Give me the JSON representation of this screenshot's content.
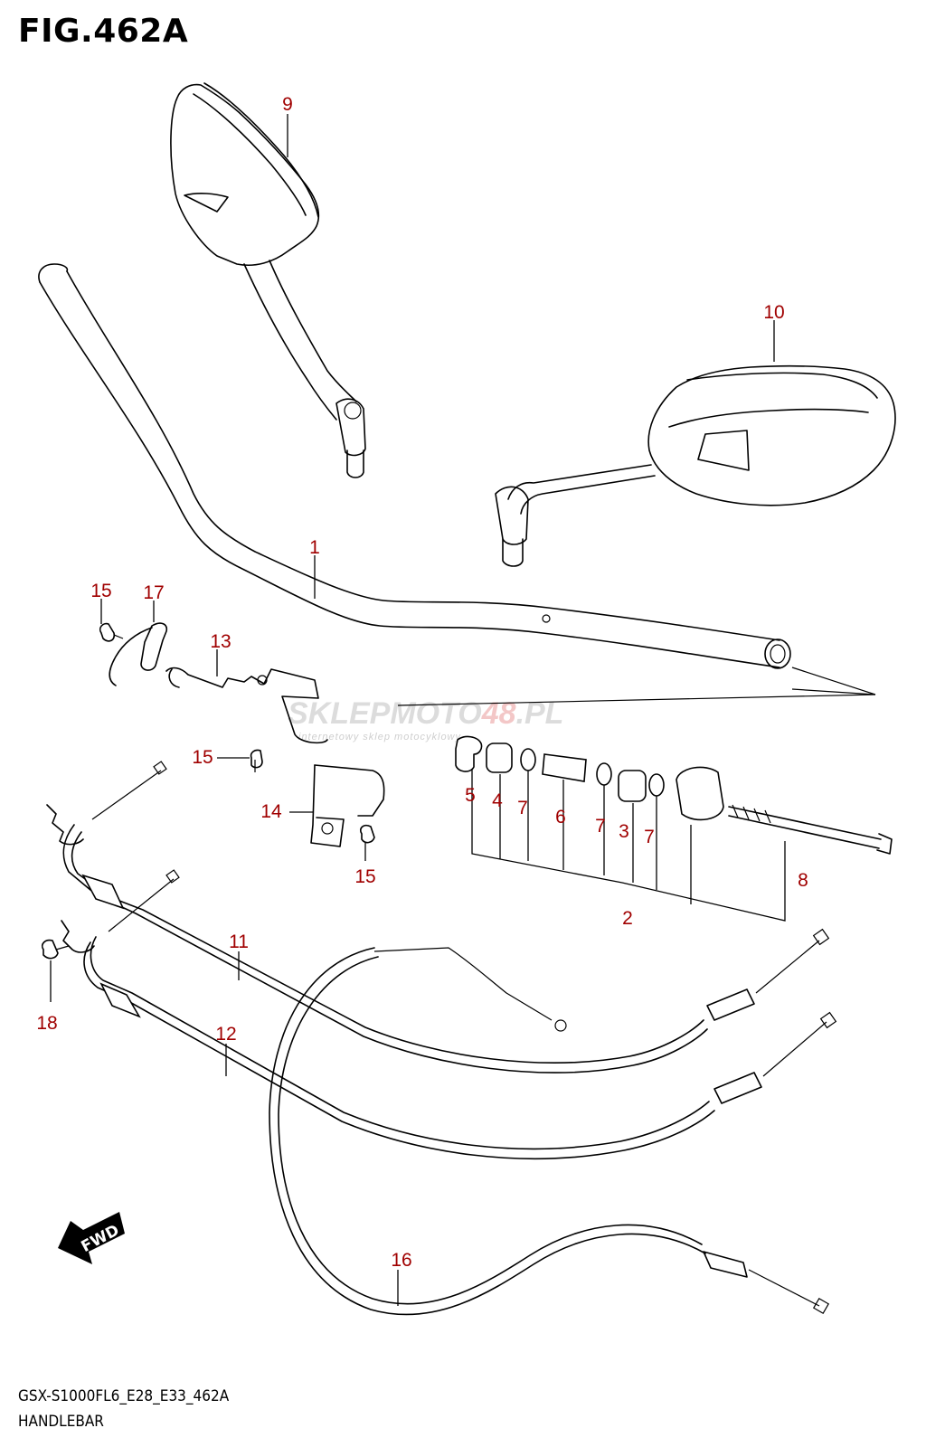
{
  "figure": {
    "title": "FIG.462A",
    "model_code": "GSX-S1000FL6_E28_E33_462A",
    "section_name": "HANDLEBAR"
  },
  "watermark": {
    "text_main": "SKLEPMOTO",
    "text_accent": "48",
    "text_suffix": ".PL",
    "tagline": "internetowy sklep motocyklowy"
  },
  "direction_badge": {
    "text": "FWD"
  },
  "callouts": [
    {
      "id": "c9",
      "label": "9"
    },
    {
      "id": "c10",
      "label": "10"
    },
    {
      "id": "c1",
      "label": "1"
    },
    {
      "id": "c15a",
      "label": "15"
    },
    {
      "id": "c17",
      "label": "17"
    },
    {
      "id": "c13",
      "label": "13"
    },
    {
      "id": "c15b",
      "label": "15"
    },
    {
      "id": "c14",
      "label": "14"
    },
    {
      "id": "c15c",
      "label": "15"
    },
    {
      "id": "c5",
      "label": "5"
    },
    {
      "id": "c4",
      "label": "4"
    },
    {
      "id": "c7a",
      "label": "7"
    },
    {
      "id": "c6",
      "label": "6"
    },
    {
      "id": "c7b",
      "label": "7"
    },
    {
      "id": "c3",
      "label": "3"
    },
    {
      "id": "c7c",
      "label": "7"
    },
    {
      "id": "c8",
      "label": "8"
    },
    {
      "id": "c2",
      "label": "2"
    },
    {
      "id": "c11",
      "label": "11"
    },
    {
      "id": "c12",
      "label": "12"
    },
    {
      "id": "c18",
      "label": "18"
    },
    {
      "id": "c16",
      "label": "16"
    }
  ],
  "colors": {
    "callout": "#a00000",
    "line": "#000000",
    "watermark": "#dcdcdc"
  }
}
